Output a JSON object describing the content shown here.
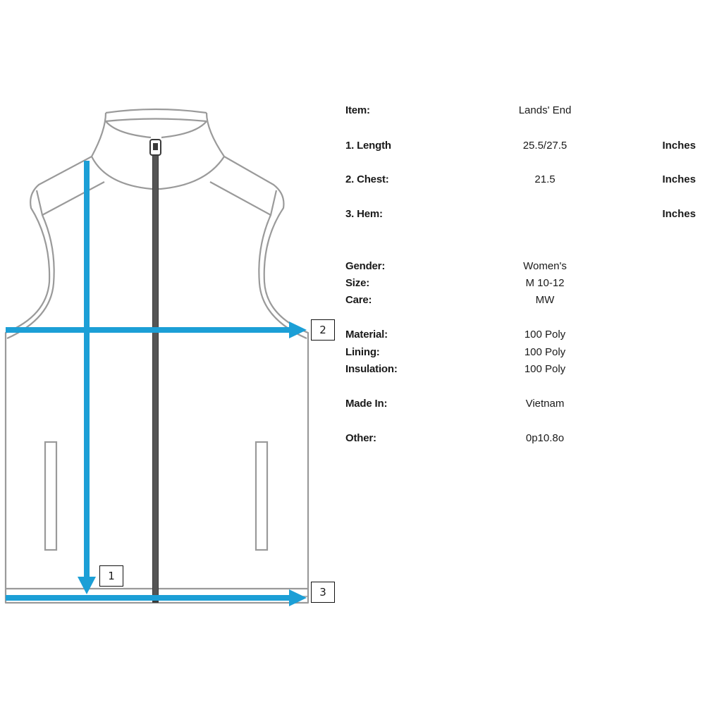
{
  "callouts": {
    "length": "1",
    "chest": "2",
    "hem": "3"
  },
  "spec": {
    "item": {
      "label": "Item:",
      "value": "Lands' End"
    },
    "length": {
      "label": "1. Length",
      "value": "25.5/27.5",
      "unit": "Inches"
    },
    "chest": {
      "label": "2. Chest:",
      "value": "21.5",
      "unit": "Inches"
    },
    "hem": {
      "label": "3. Hem:",
      "value": "",
      "unit": "Inches"
    },
    "gender": {
      "label": "Gender:",
      "value": "Women's"
    },
    "size": {
      "label": "Size:",
      "value": "M 10-12"
    },
    "care": {
      "label": "Care:",
      "value": "MW"
    },
    "material": {
      "label": "Material:",
      "value": "100 Poly"
    },
    "lining": {
      "label": "Lining:",
      "value": "100 Poly"
    },
    "insulation": {
      "label": "Insulation:",
      "value": "100 Poly"
    },
    "made_in": {
      "label": "Made In:",
      "value": "Vietnam"
    },
    "other": {
      "label": "Other:",
      "value": "0p10.8o"
    }
  },
  "colors": {
    "arrow": "#1c9fd6",
    "outline": "#9a9a9a",
    "zipper": "#3a3a3a"
  }
}
